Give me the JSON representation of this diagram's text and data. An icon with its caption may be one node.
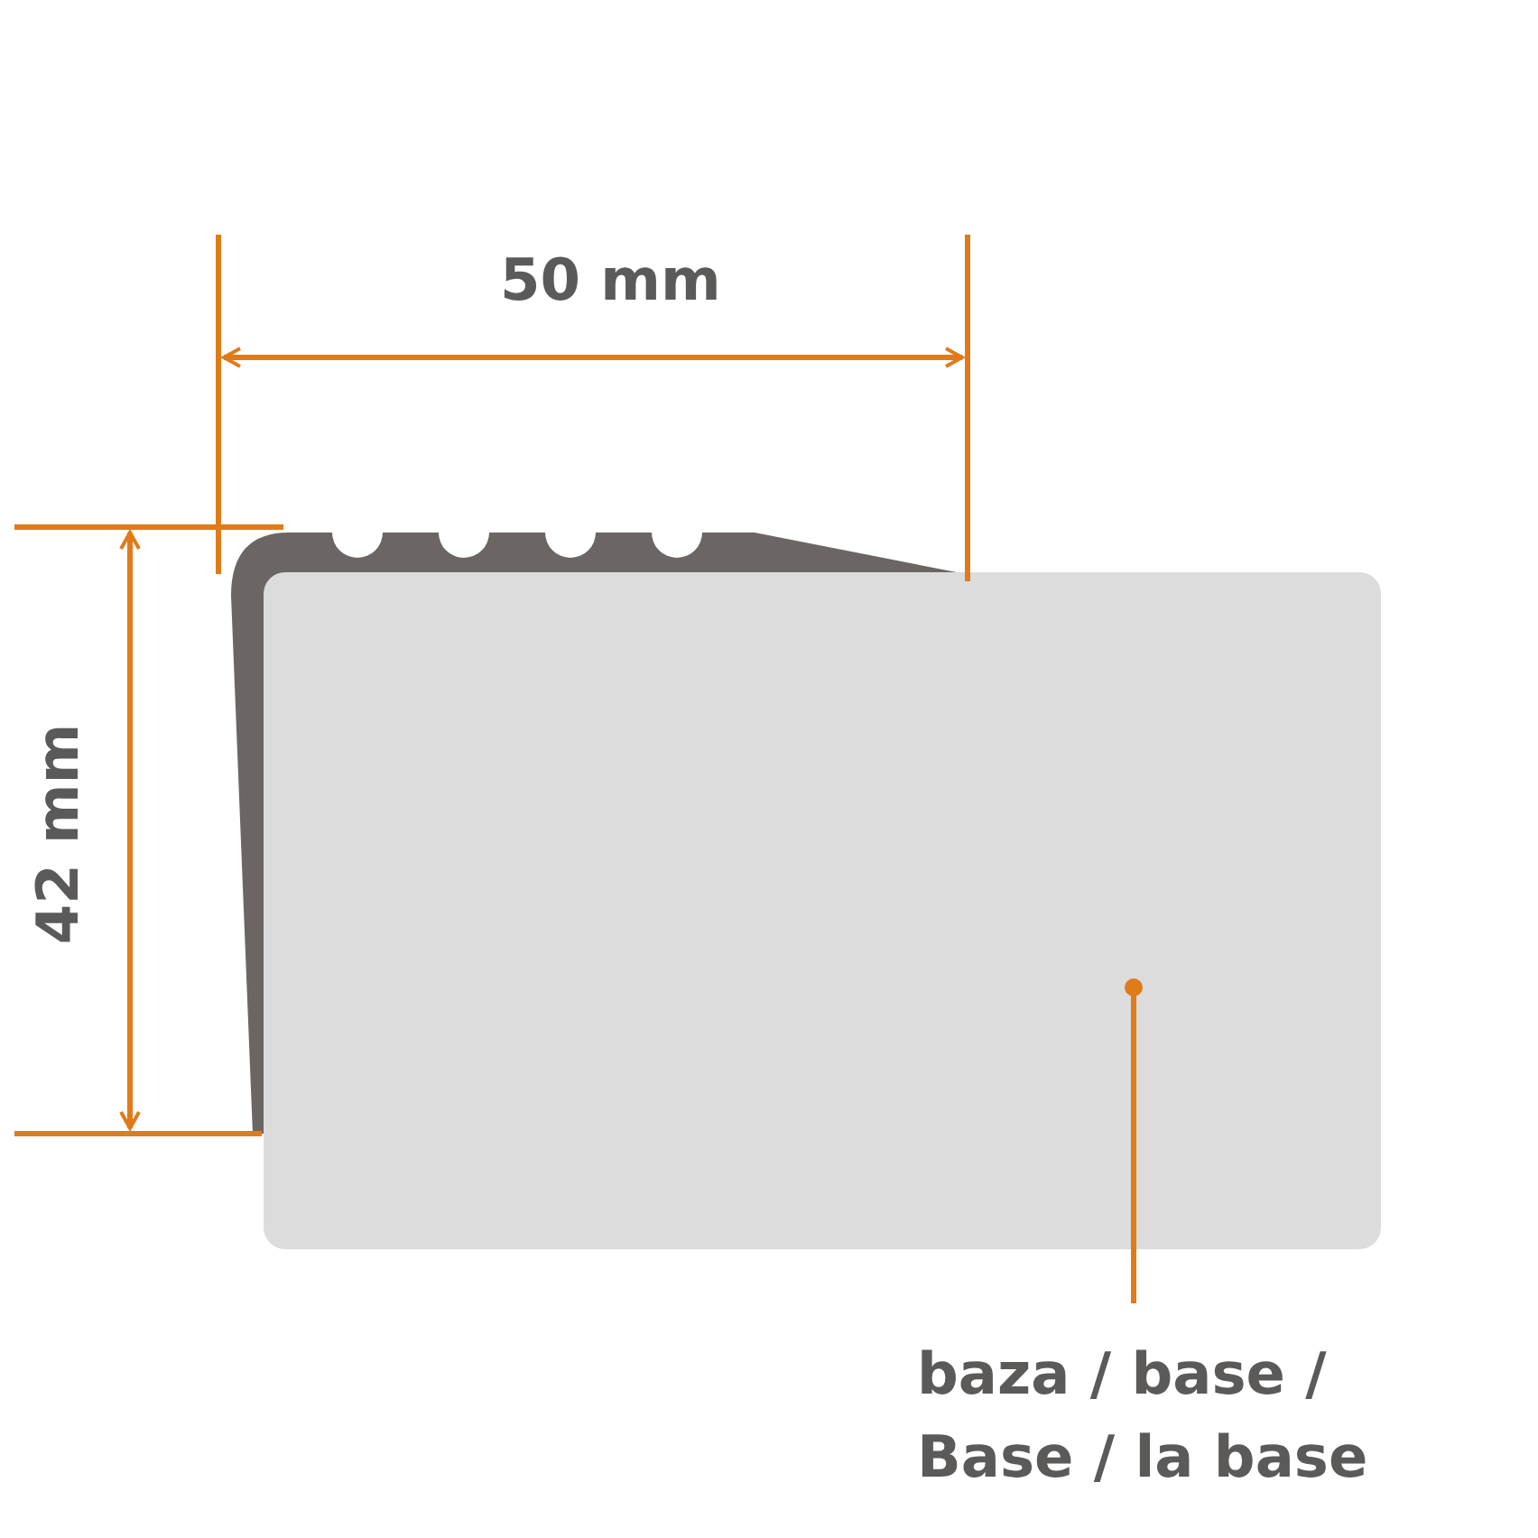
{
  "diagram": {
    "nodes": [
      {
        "text": [],
        "shape": "box"
      },
      {
        "text": [
          "baza / base / Base / la base"
        ]
      }
    ],
    "edges": [
      {
        "from": 1,
        "to": 0,
        "arrow": "other"
      }
    ],
    "labels": [
      "50 mm",
      "42 mm"
    ]
  }
}
